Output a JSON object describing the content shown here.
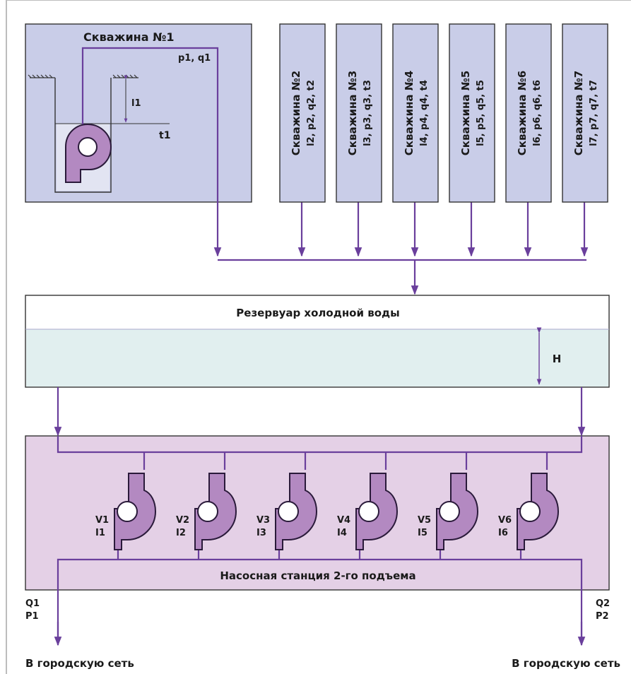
{
  "well1": {
    "title": "Скважина №1",
    "flow_label": "p1, q1",
    "depth_label": "l1",
    "temp_label": "t1"
  },
  "wells": [
    {
      "name": "Скважина №2",
      "params": "l2, p2, q2, t2"
    },
    {
      "name": "Скважина №3",
      "params": "l3, p3, q3, t3"
    },
    {
      "name": "Скважина №4",
      "params": "l4, p4, q4, t4"
    },
    {
      "name": "Скважина №5",
      "params": "l5, p5, q5, t5"
    },
    {
      "name": "Скважина №6",
      "params": "l6, p6, q6, t6"
    },
    {
      "name": "Скважина №7",
      "params": "l7, p7, q7, t7"
    }
  ],
  "reservoir": {
    "title": "Резервуар холодной воды",
    "level_label": "H"
  },
  "pumps": [
    {
      "v": "V1",
      "i": "I1"
    },
    {
      "v": "V2",
      "i": "I2"
    },
    {
      "v": "V3",
      "i": "I3"
    },
    {
      "v": "V4",
      "i": "I4"
    },
    {
      "v": "V5",
      "i": "I5"
    },
    {
      "v": "V6",
      "i": "I6"
    }
  ],
  "station": {
    "title": "Насосная станция 2-го подъема"
  },
  "outputs": [
    {
      "q": "Q1",
      "p": "P1",
      "label": "В городскую сеть"
    },
    {
      "q": "Q2",
      "p": "P2",
      "label": "В городскую сеть"
    }
  ],
  "colors": {
    "well_fill": "#c9cde8",
    "reservoir_water": "#e1efef",
    "station_fill": "#e4d0e6",
    "pump_fill": "#b389c1",
    "pipe": "#6a3f9c"
  }
}
